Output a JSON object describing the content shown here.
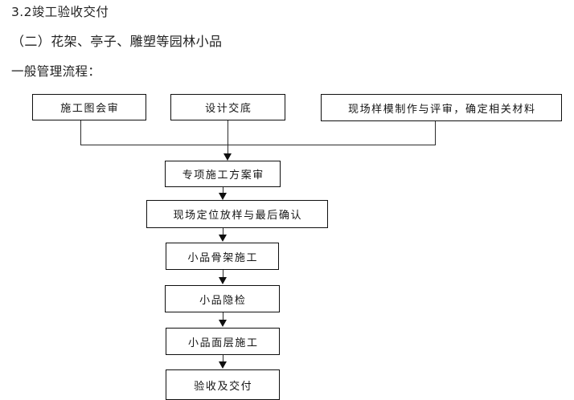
{
  "document": {
    "headings": [
      {
        "id": "heading-1",
        "text": "3.2竣工验收交付"
      },
      {
        "id": "heading-2",
        "text": "（二）花架、亭子、雕塑等园林小品"
      },
      {
        "id": "heading-3",
        "text": "一般管理流程："
      }
    ]
  },
  "flowchart": {
    "type": "flowchart",
    "orientation": "top-to-bottom",
    "background_color": "#ffffff",
    "node_border_color": "#0f0f0f",
    "node_fill_color": "#ffffff",
    "connector_color": "#2b2b2b",
    "nodes": [
      {
        "id": "node-sgths",
        "label": "施工图会审",
        "row": 1,
        "shape": "rect"
      },
      {
        "id": "node-sjjd",
        "label": "设计交底",
        "row": 1,
        "shape": "rect"
      },
      {
        "id": "node-xcym",
        "label": "现场样模制作与评审，确定相关材料",
        "row": 1,
        "shape": "rect"
      },
      {
        "id": "node-zxsg",
        "label": "专项施工方案审",
        "row": 2,
        "shape": "rect"
      },
      {
        "id": "node-xcdw",
        "label": "现场定位放样与最后确认",
        "row": 3,
        "shape": "rect"
      },
      {
        "id": "node-xpgj",
        "label": "小品骨架施工",
        "row": 4,
        "shape": "rect"
      },
      {
        "id": "node-xpyj",
        "label": "小品隐检",
        "row": 5,
        "shape": "rect"
      },
      {
        "id": "node-xpmc",
        "label": "小品面层施工",
        "row": 6,
        "shape": "rect"
      },
      {
        "id": "node-ysjf",
        "label": "验收及交付",
        "row": 7,
        "shape": "rect"
      }
    ],
    "edges": [
      {
        "from": "node-sgths",
        "to": "node-zxsg",
        "style": "orthogonal-merge"
      },
      {
        "from": "node-sjjd",
        "to": "node-zxsg",
        "style": "orthogonal-merge",
        "arrow": true
      },
      {
        "from": "node-xcym",
        "to": "node-zxsg",
        "style": "orthogonal-merge"
      },
      {
        "from": "node-zxsg",
        "to": "node-xcdw",
        "style": "straight",
        "arrow": true
      },
      {
        "from": "node-xcdw",
        "to": "node-xpgj",
        "style": "straight",
        "arrow": true
      },
      {
        "from": "node-xpgj",
        "to": "node-xpyj",
        "style": "straight",
        "arrow": true
      },
      {
        "from": "node-xpyj",
        "to": "node-xpmc",
        "style": "straight",
        "arrow": true
      },
      {
        "from": "node-xpmc",
        "to": "node-ysjf",
        "style": "straight",
        "arrow": true
      }
    ]
  }
}
